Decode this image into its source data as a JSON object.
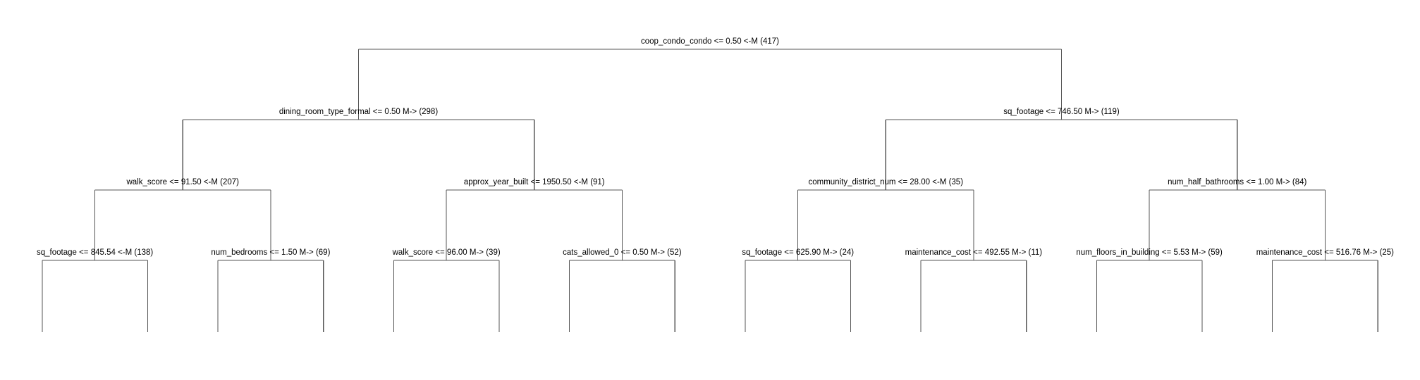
{
  "tree": {
    "label": "coop_condo_condo <= 0.50 <-M (417)",
    "children": [
      {
        "label": "dining_room_type_formal <= 0.50 M-> (298)",
        "children": [
          {
            "label": "walk_score <= 91.50 <-M (207)",
            "children": [
              {
                "label": "sq_footage <= 845.54 <-M (138)",
                "truncated": true
              },
              {
                "label": "num_bedrooms <= 1.50 M-> (69)",
                "truncated": true
              }
            ]
          },
          {
            "label": "approx_year_built <= 1950.50 <-M (91)",
            "children": [
              {
                "label": "walk_score <= 96.00 M-> (39)",
                "truncated": true
              },
              {
                "label": "cats_allowed_0 <= 0.50 M-> (52)",
                "truncated": true
              }
            ]
          }
        ]
      },
      {
        "label": "sq_footage <= 746.50 M-> (119)",
        "children": [
          {
            "label": "community_district_num <= 28.00 <-M (35)",
            "children": [
              {
                "label": "sq_footage <= 625.90 M-> (24)",
                "truncated": true
              },
              {
                "label": "maintenance_cost <= 492.55 M-> (11)",
                "truncated": true
              }
            ]
          },
          {
            "label": "num_half_bathrooms <= 1.00 M-> (84)",
            "children": [
              {
                "label": "num_floors_in_building <= 5.53 M-> (59)",
                "truncated": true
              },
              {
                "label": "maintenance_cost <= 516.76 M-> (25)",
                "truncated": true
              }
            ]
          }
        ]
      }
    ]
  },
  "colors": {
    "edge": "#555555",
    "text": "#000000",
    "background": "#ffffff"
  }
}
